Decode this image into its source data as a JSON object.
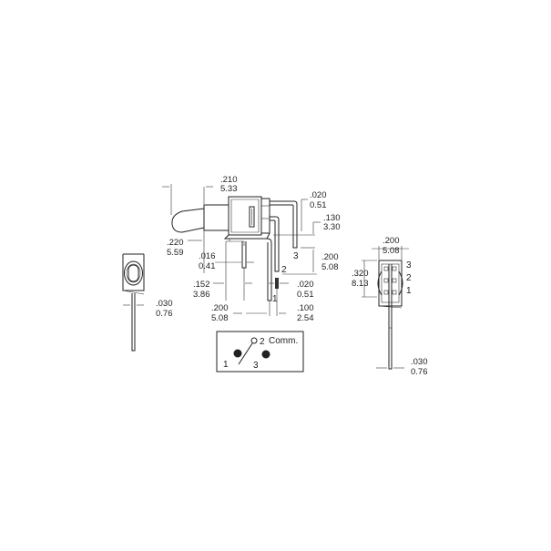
{
  "drawing": {
    "side_view": {
      "dims": {
        "lever_length": {
          "in": ".210",
          "mm": "5.33"
        },
        "bushing_length": {
          "in": ".220",
          "mm": "5.59"
        },
        "pin_thickness": {
          "in": ".016",
          "mm": "0.41"
        },
        "pin_offset": {
          "in": ".152",
          "mm": "3.86"
        },
        "pin_spacing_200": {
          "in": ".200",
          "mm": "5.08"
        },
        "pin_spacing_100": {
          "in": ".100",
          "mm": "2.54"
        },
        "pin_width": {
          "in": ".020",
          "mm": "0.51"
        },
        "top_lead_width": {
          "in": ".020",
          "mm": "0.51"
        },
        "lead_step": {
          "in": ".130",
          "mm": "3.30"
        },
        "lead_step_200": {
          "in": ".200",
          "mm": "5.08"
        }
      },
      "pin_labels": [
        "1",
        "2",
        "3"
      ]
    },
    "front_view": {
      "dims": {
        "pin_width": {
          "in": ".030",
          "mm": "0.76"
        }
      }
    },
    "end_view": {
      "dims": {
        "body_width": {
          "in": ".200",
          "mm": "5.08"
        },
        "body_height": {
          "in": ".320",
          "mm": "8.13"
        },
        "pin_width": {
          "in": ".030",
          "mm": "0.76"
        }
      },
      "pin_labels": [
        "3",
        "2",
        "1"
      ]
    },
    "schematic": {
      "label_1": "1",
      "label_2": "2",
      "label_3": "3",
      "comm_label": "Comm."
    }
  }
}
